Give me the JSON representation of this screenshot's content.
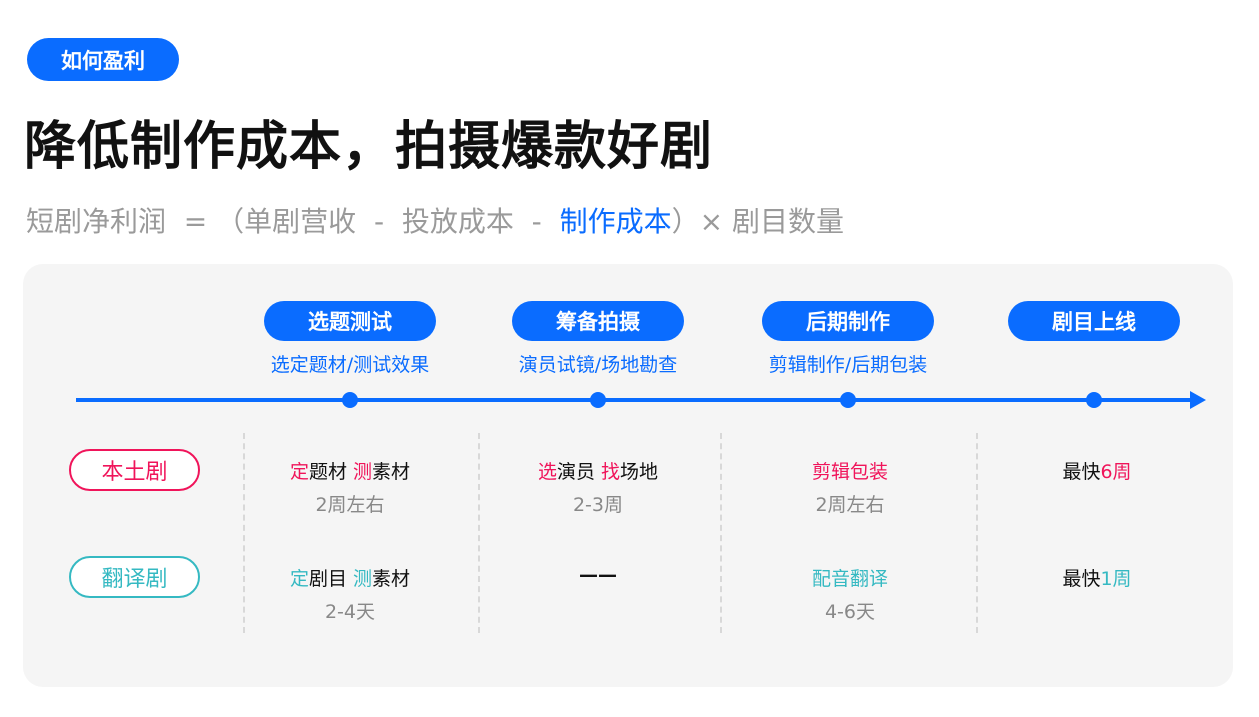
{
  "tag": "如何盈利",
  "title": "降低制作成本，拍摄爆款好剧",
  "formula": {
    "a": "短剧净利润  = （单剧营收  -  投放成本  -  ",
    "b": "制作成本",
    "c": "）× 剧目数量"
  },
  "stages": [
    {
      "label": "选题测试",
      "sub": "选定题材/测试效果"
    },
    {
      "label": "筹备拍摄",
      "sub": "演员试镜/场地勘查"
    },
    {
      "label": "后期制作",
      "sub": "剪辑制作/后期包装"
    },
    {
      "label": "剧目上线",
      "sub": ""
    }
  ],
  "rows": [
    {
      "label": "本土剧",
      "color": "#f0145a",
      "cells": [
        {
          "parts": [
            [
              "定",
              "h"
            ],
            [
              "题材 ",
              ""
            ],
            [
              "测",
              "h"
            ],
            [
              "素材",
              ""
            ]
          ],
          "sub": "2周左右"
        },
        {
          "parts": [
            [
              "选",
              "h"
            ],
            [
              "演员 ",
              ""
            ],
            [
              "找",
              "h"
            ],
            [
              "场地",
              ""
            ]
          ],
          "sub": "2-3周"
        },
        {
          "parts": [
            [
              "剪辑包装",
              "h"
            ]
          ],
          "sub": "2周左右"
        },
        {
          "parts": [
            [
              "最快",
              ""
            ],
            [
              "6周",
              "h"
            ]
          ],
          "sub": ""
        }
      ]
    },
    {
      "label": "翻译剧",
      "color": "#35b9c2",
      "cells": [
        {
          "parts": [
            [
              "定",
              "h"
            ],
            [
              "剧目 ",
              ""
            ],
            [
              "测",
              "h"
            ],
            [
              "素材",
              ""
            ]
          ],
          "sub": "2-4天"
        },
        {
          "parts": [
            [
              "——",
              ""
            ]
          ],
          "sub": ""
        },
        {
          "parts": [
            [
              "配音翻译",
              "h"
            ]
          ],
          "sub": "4-6天"
        },
        {
          "parts": [
            [
              "最快",
              ""
            ],
            [
              "1周",
              "h"
            ]
          ],
          "sub": ""
        }
      ]
    }
  ]
}
